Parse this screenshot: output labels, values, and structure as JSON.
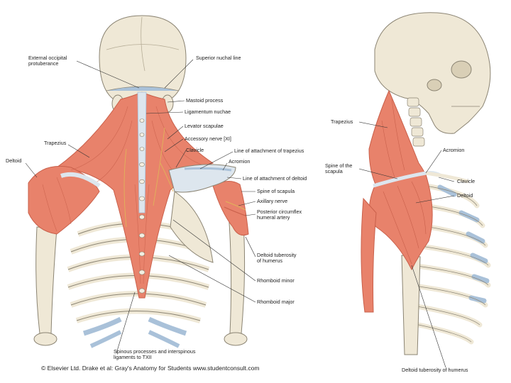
{
  "colors": {
    "muscle": "#e8826b",
    "muscle_dark": "#c9604b",
    "muscle_light": "#f2a48f",
    "bone": "#efe8d6",
    "bone_shade": "#d9cfb6",
    "bone_line": "#8b8473",
    "cartilage": "#a9c1d9",
    "tendon": "#dde6ee",
    "nerve": "#e0b35a",
    "leader": "#333333"
  },
  "icons": [
    "skull-icon",
    "rib-cage-icon",
    "scapula-icon",
    "humerus-icon"
  ],
  "figures": {
    "posterior": {
      "labels": {
        "external_occipital_protuberance": "External occipital\nprotuberance",
        "superior_nuchal_line": "Superior nuchal line",
        "mastoid_process": "Mastoid process",
        "ligamentum_nuchae": "Ligamentum nuchae",
        "levator_scapulae": "Levator scapulae",
        "accessory_nerve": "Accessory nerve [XI]",
        "trapezius": "Trapezius",
        "clavicle": "Clavicle",
        "line_attachment_trapezius": "Line of attachment of trapezius",
        "deltoid": "Deltoid",
        "acromion": "Acromion",
        "line_attachment_deltoid": "Line of attachment of deltoid",
        "spine_of_scapula": "Spine of scapula",
        "axillary_nerve": "Axillary nerve",
        "posterior_circumflex": "Posterior circumflex\nhumeral artery",
        "deltoid_tuberosity": "Deltoid tuberosity\nof humerus",
        "rhomboid_minor": "Rhomboid minor",
        "rhomboid_major": "Rhomboid major",
        "spinous_processes": "Spinous processes and interspinous\nligaments to TXII"
      }
    },
    "lateral": {
      "labels": {
        "trapezius": "Trapezius",
        "acromion": "Acromion",
        "spine_of_scapula": "Spine of the\nscapula",
        "clavicle": "Clavicle",
        "deltoid": "Deltoid",
        "deltoid_tuberosity": "Deltoid tuberosity of humerus"
      }
    }
  },
  "credit": "© Elsevier Ltd. Drake et al: Gray's Anatomy for Students www.studentconsult.com"
}
